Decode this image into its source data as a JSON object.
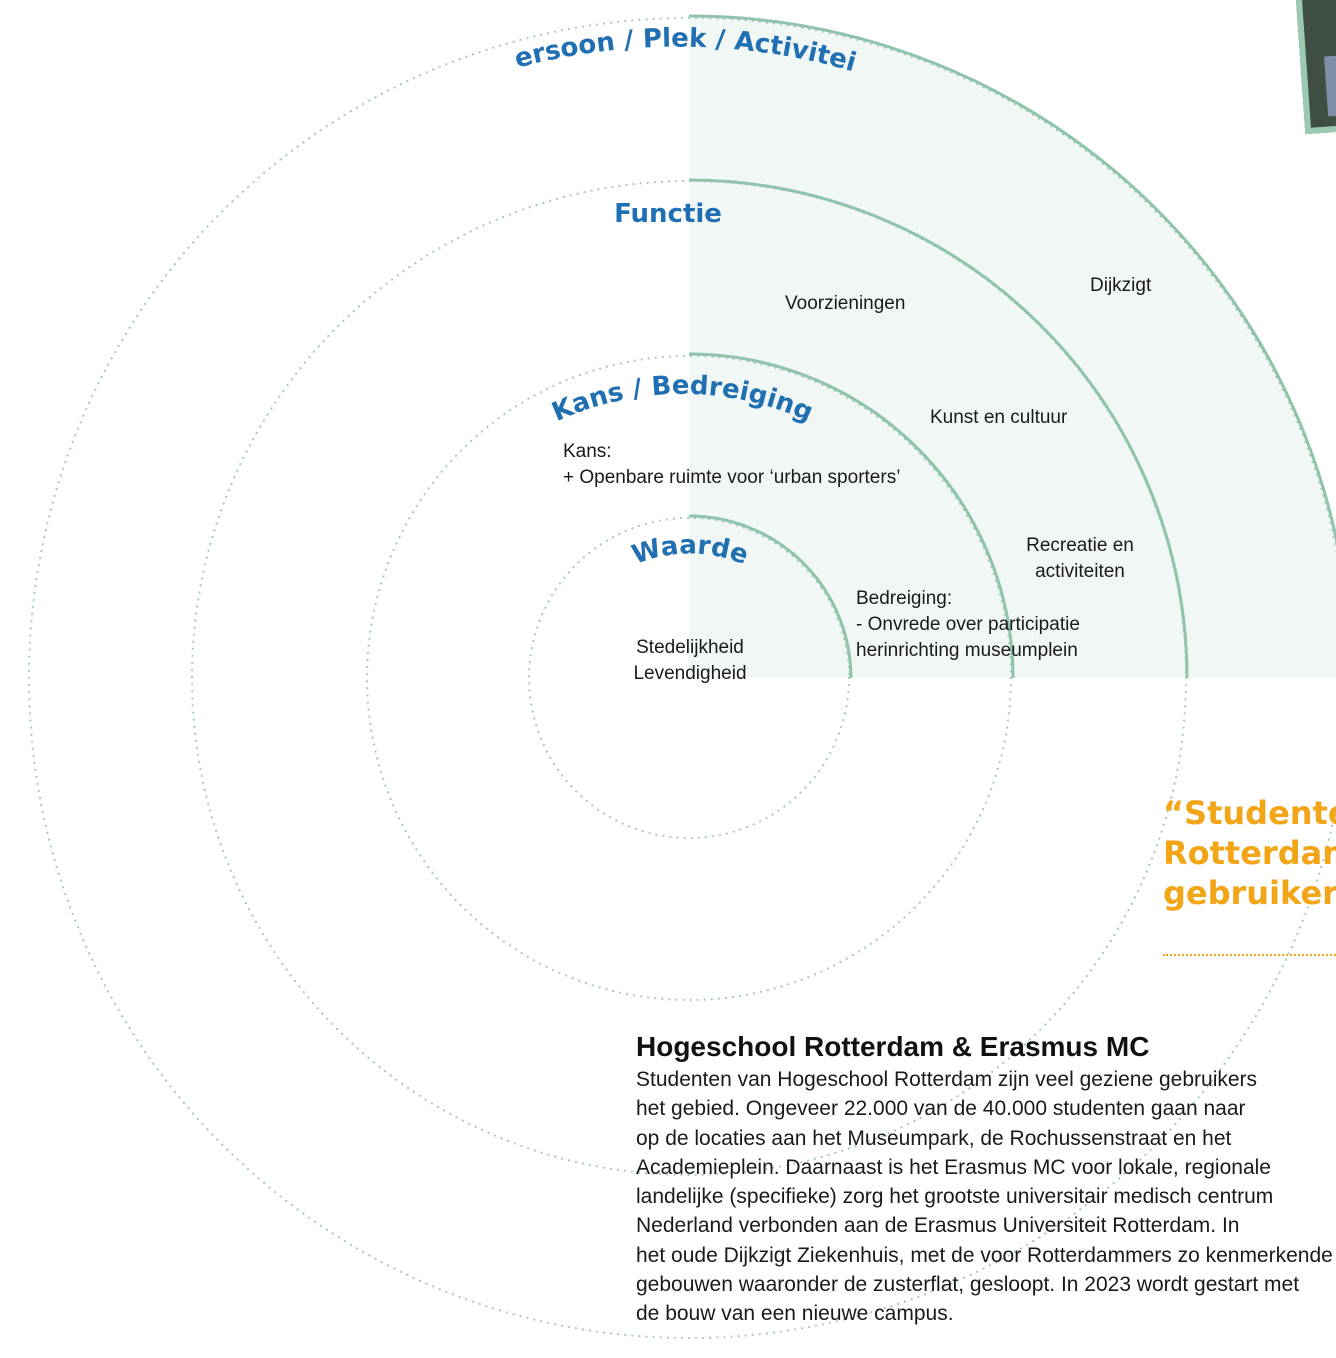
{
  "rings": [
    {
      "title": "Persoon / Plek / Activiteit"
    },
    {
      "title": "Functie"
    },
    {
      "title": "Kans / Bedreiging"
    },
    {
      "title": "Waarde"
    }
  ],
  "items": {
    "dijkzigt": "Dijkzigt",
    "voorzieningen": "Voorzieningen",
    "kunst": "Kunst en cultuur",
    "recreatie_1": "Recreatie en",
    "recreatie_2": "activiteiten",
    "kans_label": "Kans:",
    "kans_text": "+ Openbare ruimte voor ‘urban sporters’",
    "bedreiging_label": "Bedreiging:",
    "bedreiging_1": "- Onvrede over participatie",
    "bedreiging_2": "herinrichting museumplein",
    "waarde_1": "Stedelijkheid",
    "waarde_2": "Levendigheid"
  },
  "quote": {
    "line1": "“Studente",
    "line2": "Rotterdam",
    "line3": "gebruikers"
  },
  "article": {
    "title": "Hogeschool Rotterdam & Erasmus MC",
    "lines": [
      "Studenten van Hogeschool Rotterdam zijn veel geziene gebruikers",
      "het gebied. Ongeveer 22.000 van de 40.000 studenten gaan naar",
      "op de locaties aan het Museumpark, de Rochussenstraat en het",
      "Academieplein. Daarnaast is het Erasmus MC voor lokale, regionale",
      "landelijke (specifieke) zorg het grootste universitair medisch centrum",
      "Nederland verbonden aan de Erasmus Universiteit Rotterdam. In",
      "het oude Dijkzigt Ziekenhuis, met de voor Rotterdammers zo kenmerkende",
      "gebouwen waaronder de zusterflat, gesloopt. In 2023 wordt gestart met",
      "de bouw van een nieuwe campus."
    ]
  },
  "colors": {
    "ring_dotted": "#a9cbbd",
    "ring_solid": "#8fc4aa",
    "fill": "#f1f7f4",
    "title_blue": "#1f6fb2",
    "quote_orange": "#f2a516"
  }
}
